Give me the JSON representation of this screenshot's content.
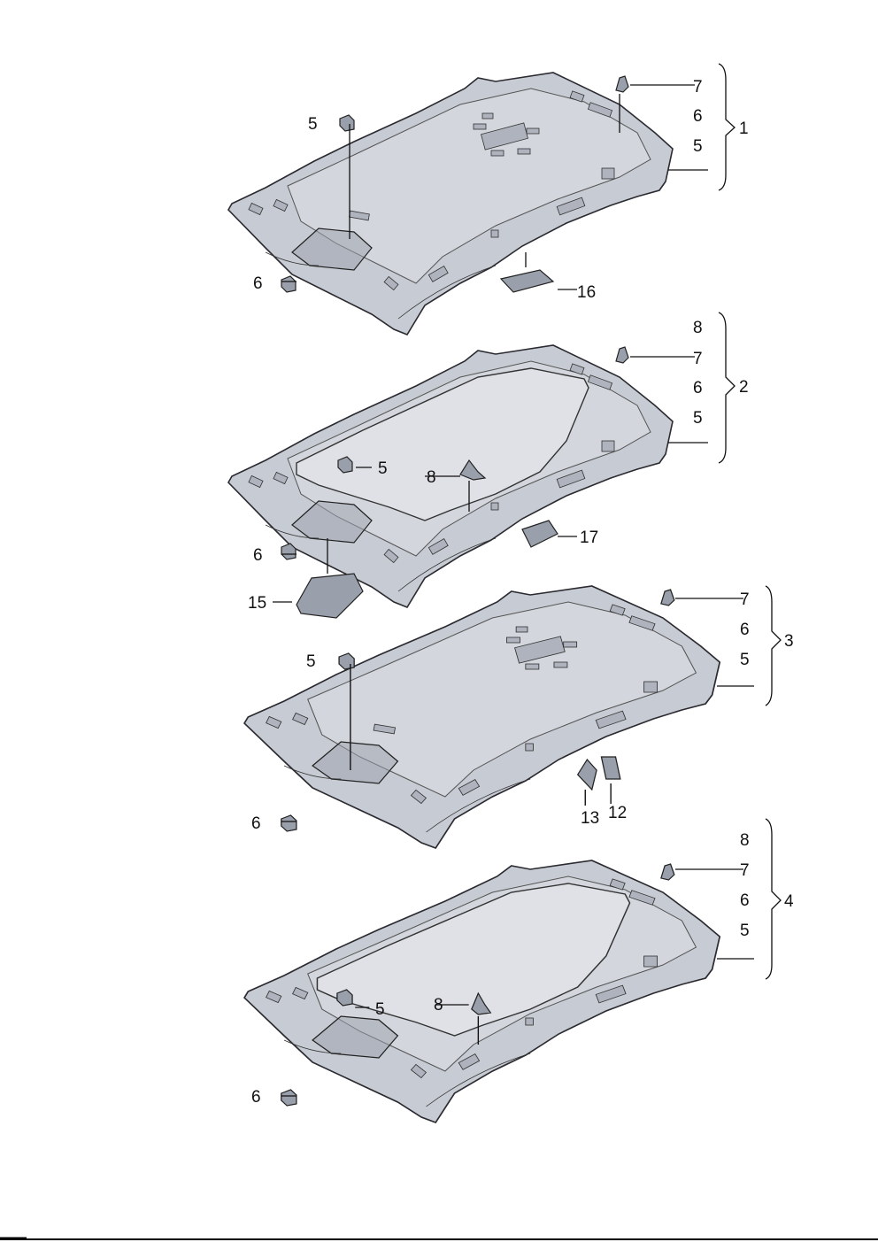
{
  "diagram": {
    "assemblies": [
      {
        "id": "1",
        "bracket_items": [
          "7",
          "6",
          "5"
        ],
        "callouts": {
          "clip_top": "5",
          "clip_bottom": "6",
          "part_16": "16"
        }
      },
      {
        "id": "2",
        "bracket_items": [
          "8",
          "7",
          "6",
          "5"
        ],
        "callouts": {
          "clip_top": "5",
          "clip_8": "8",
          "clip_bottom": "6",
          "part_17": "17",
          "part_15": "15"
        }
      },
      {
        "id": "3",
        "bracket_items": [
          "7",
          "6",
          "5"
        ],
        "callouts": {
          "clip_top": "5",
          "clip_bottom": "6",
          "part_13": "13",
          "part_12": "12"
        }
      },
      {
        "id": "4",
        "bracket_items": [
          "8",
          "7",
          "6",
          "5"
        ],
        "callouts": {
          "clip_top": "5",
          "clip_8": "8",
          "clip_bottom": "6"
        }
      }
    ],
    "colors": {
      "headliner": "#c7cbd3",
      "outline": "#2a2a30"
    }
  }
}
